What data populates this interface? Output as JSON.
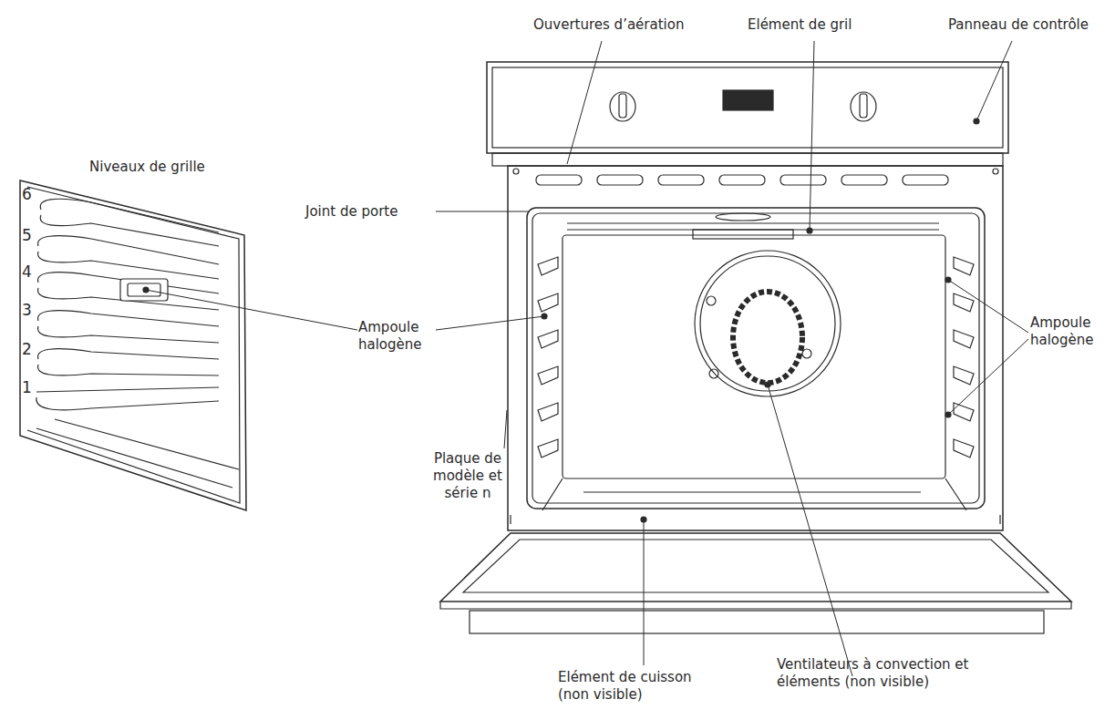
{
  "diagram": {
    "labels": [
      "Ouvertures d’aération",
      "Elément de gril",
      "Panneau de contrôle",
      "Niveaux de grille",
      "Joint de porte",
      "6",
      "5",
      "4",
      "3",
      "2",
      "1",
      "Ampoule halogène",
      "Ampoule halogène",
      "Plaque de modèle et série n",
      "Elément de cuisson (non visible)",
      "Ventilateurs à convection et éléments (non visible)"
    ]
  }
}
